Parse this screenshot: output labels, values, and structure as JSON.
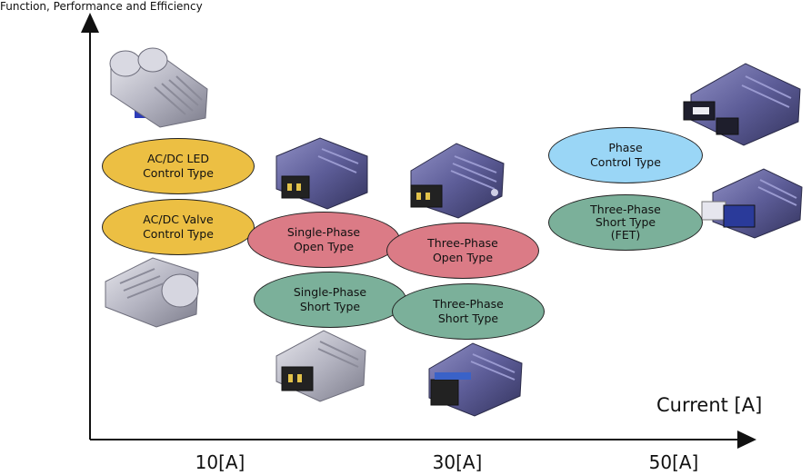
{
  "axes": {
    "y_title": "Function, Performance and Efficiency",
    "x_title": "Current [A]"
  },
  "ticks": [
    "10[A]",
    "30[A]",
    "50[A]"
  ],
  "categories": {
    "ac_dc_led": "AC/DC LED\nControl Type",
    "ac_dc_valve": "AC/DC Valve\nControl Type",
    "single_open": "Single-Phase\nOpen Type",
    "three_open": "Three-Phase\nOpen Type",
    "single_short": "Single-Phase\nShort Type",
    "three_short": "Three-Phase\nShort Type",
    "phase_control": "Phase\nControl Type",
    "three_short_fet": "Three-Phase\nShort Type\n(FET)"
  },
  "colors": {
    "control": "#ecbf43",
    "open": "#db7b86",
    "short": "#7bb09a",
    "phase_control": "#9ad6f6"
  },
  "images": [
    "regulator-ac-dc-led-image",
    "regulator-ac-dc-valve-image",
    "regulator-single-phase-open-image",
    "regulator-three-phase-open-image",
    "regulator-single-phase-short-image",
    "regulator-three-phase-short-image",
    "regulator-phase-control-image",
    "regulator-three-phase-fet-image"
  ]
}
